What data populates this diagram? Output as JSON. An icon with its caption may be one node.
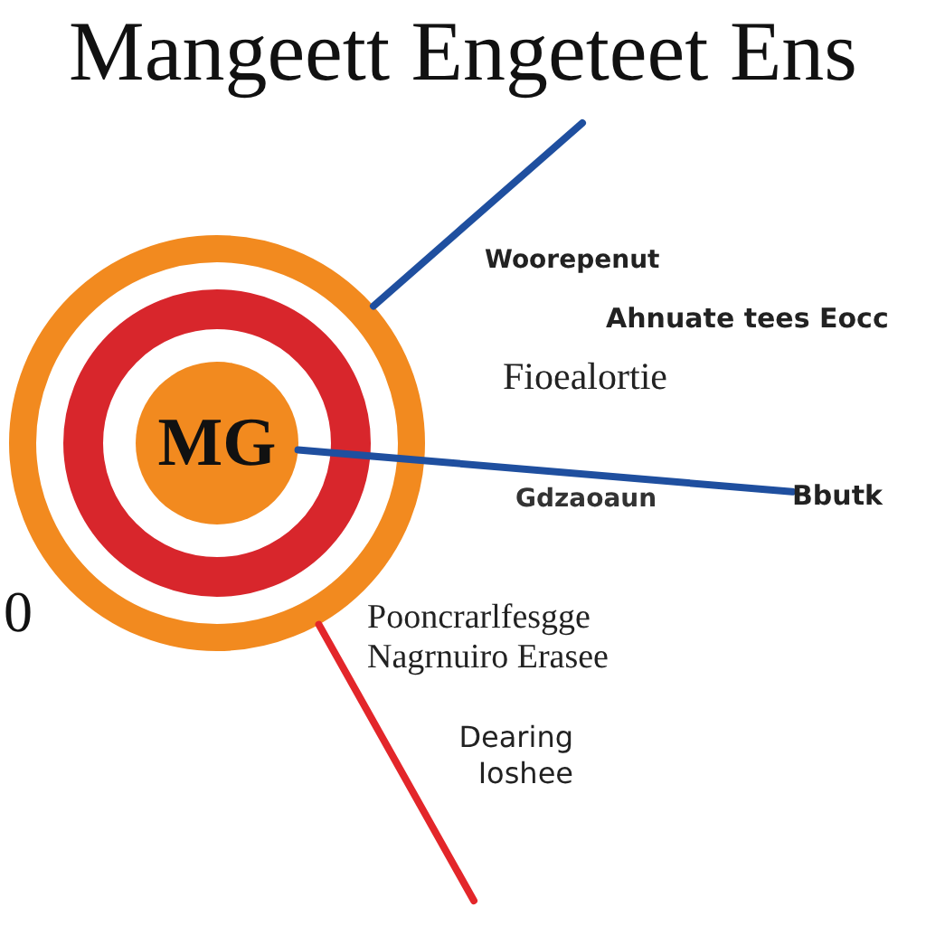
{
  "diagram": {
    "title": "Mangeett Engeteet Ens",
    "nodes": [
      {
        "text": [],
        "shape": "circle"
      },
      {
        "text": [],
        "shape": "circle",
        "in": 0
      },
      {
        "text": [
          "MG"
        ],
        "in": 1
      },
      {
        "text": [
          "Bbutk"
        ]
      }
    ],
    "edges": [
      {
        "from": 0,
        "to": null,
        "arrow": "none",
        "label": "Woorepenut"
      },
      {
        "from": 2,
        "to": 3,
        "arrow": "none",
        "label": "Gdzaoaun"
      },
      {
        "from": 0,
        "to": null,
        "arrow": "none",
        "label": "Dearing Ioshee",
        "color": "#e3262a"
      }
    ],
    "labels": [
      "Ahnuate tees Eocc",
      "Fioealortie",
      "0",
      "Pooncrarlfesgge Nagrnuiro Erasee"
    ]
  }
}
